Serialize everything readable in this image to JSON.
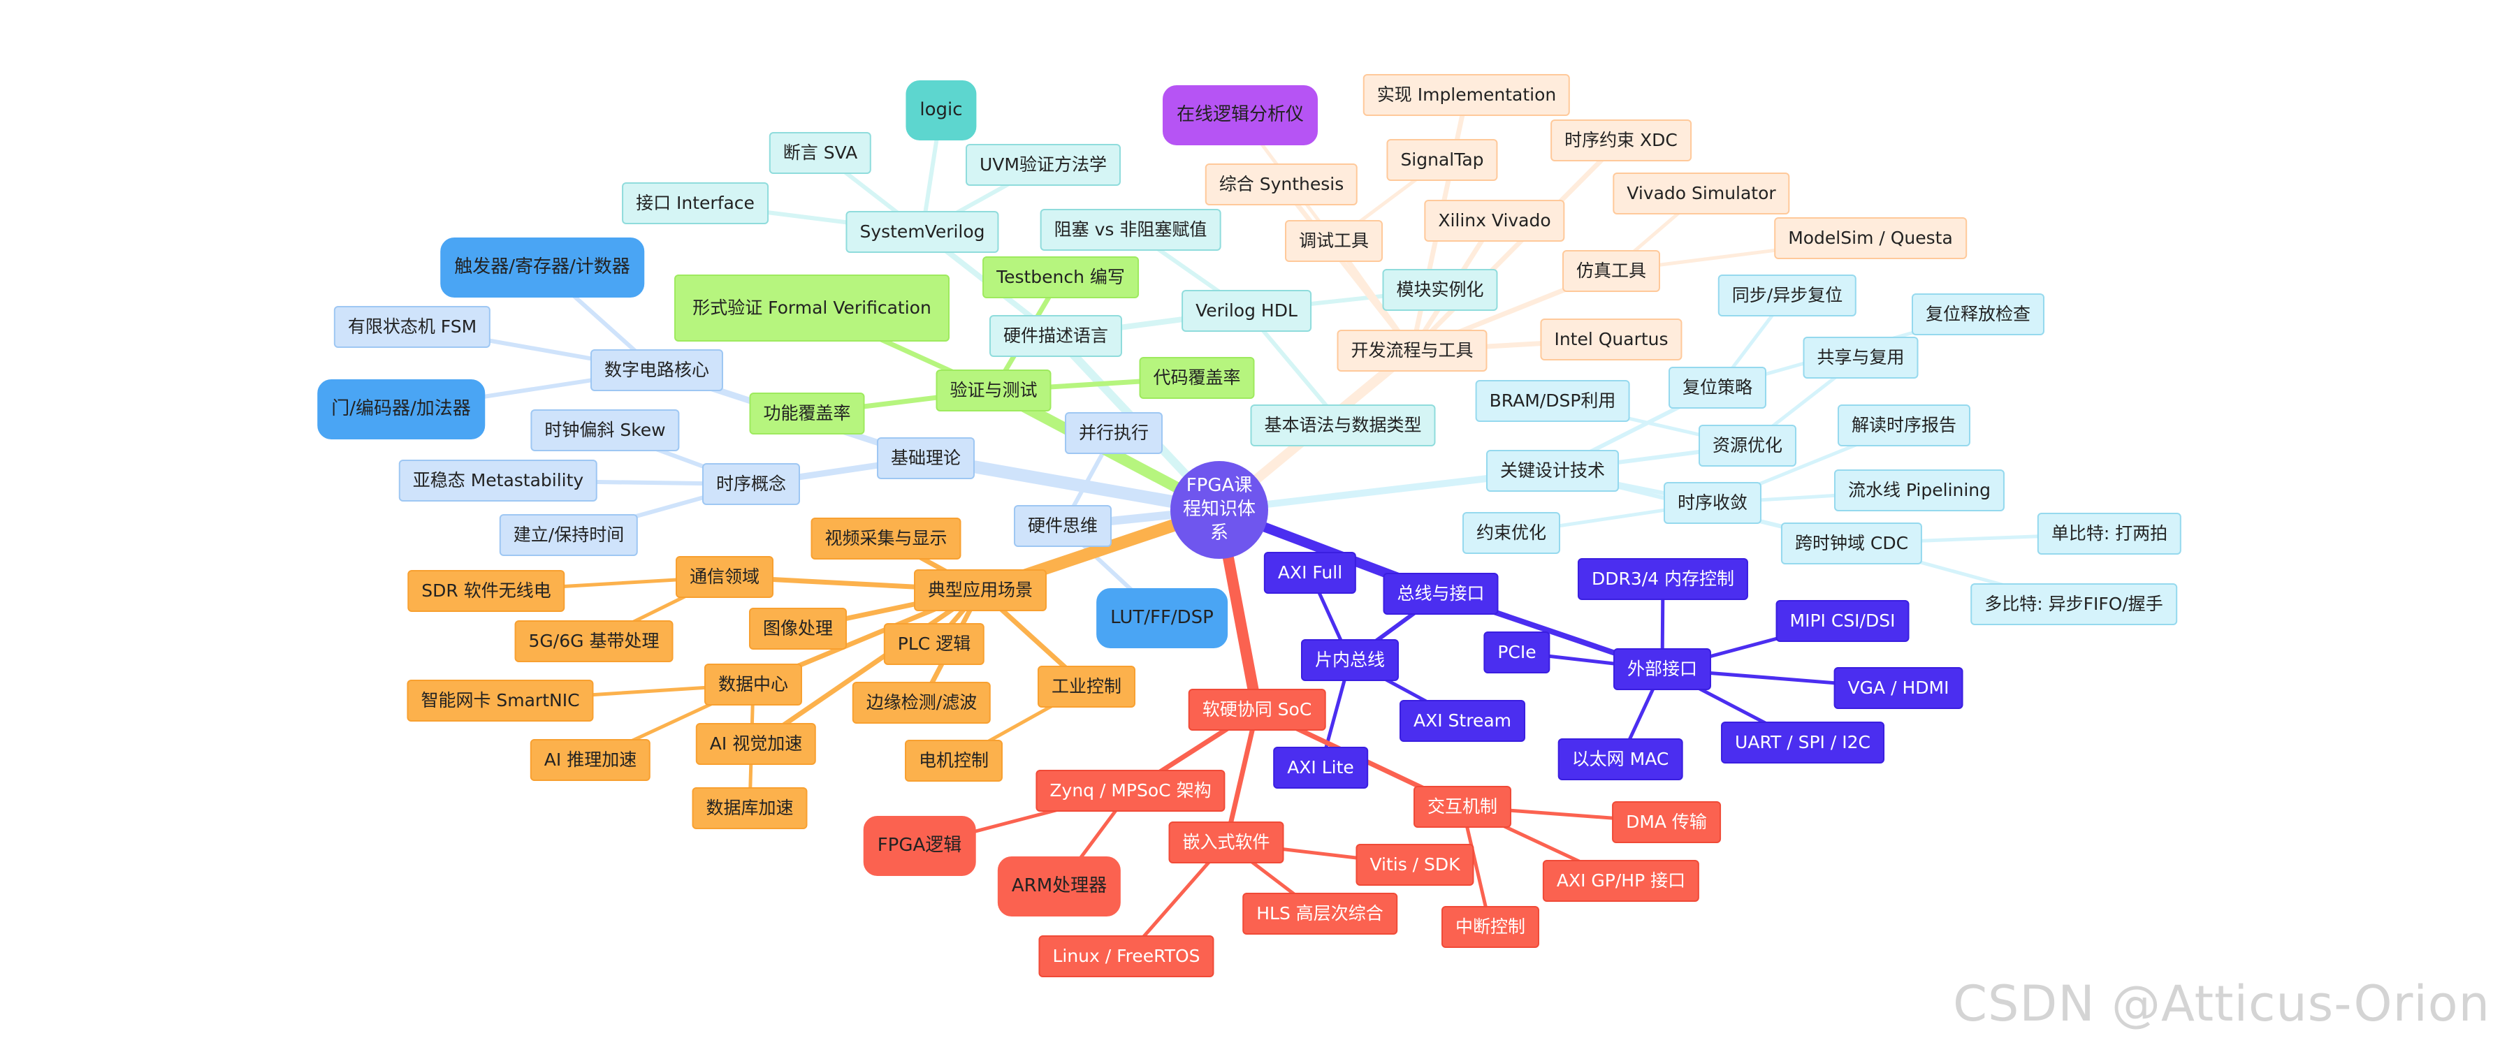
{
  "diagram": {
    "center": "FPGA课程知识体系",
    "branches": [
      {
        "label": "基础理论",
        "color": "#cfe3fb",
        "border": "#9ec7f3",
        "children": [
          {
            "label": "数字电路核心",
            "children": [
              "触发器/寄存器/计数器",
              "有限状态机 FSM",
              "门/编码器/加法器"
            ]
          },
          {
            "label": "时序概念",
            "children": [
              "时钟偏斜 Skew",
              "亚稳态 Metastability",
              "建立/保持时间"
            ]
          }
        ]
      },
      {
        "label": "硬件思维",
        "color": "#cfe3fb",
        "border": "#9ec7f3",
        "children": [
          "并行执行",
          "LUT/FF/DSP"
        ]
      },
      {
        "label": "硬件描述语言",
        "color": "#d5f5f5",
        "border": "#8fdcdc",
        "children": [
          {
            "label": "SystemVerilog",
            "children": [
              "logic",
              "断言 SVA",
              "UVM验证方法学",
              "接口 Interface"
            ]
          },
          {
            "label": "Verilog HDL",
            "children": [
              "阻塞 vs 非阻塞赋值",
              "模块实例化",
              "基本语法与数据类型"
            ]
          }
        ]
      },
      {
        "label": "验证与测试",
        "color": "#b6f57e",
        "border": "#9eea5e",
        "children": [
          "Testbench 编写",
          "形式验证 Formal Verification",
          "代码覆盖率",
          "功能覆盖率"
        ]
      },
      {
        "label": "开发流程与工具",
        "color": "#ffecdc",
        "border": "#ffc99a",
        "children": [
          {
            "label": "综合 Synthesis"
          },
          {
            "label": "调试工具",
            "children": [
              "在线逻辑分析仪",
              "SignalTap"
            ]
          },
          {
            "label": "实现 Implementation"
          },
          {
            "label": "时序约束 XDC"
          },
          {
            "label": "Xilinx Vivado"
          },
          {
            "label": "仿真工具",
            "children": [
              "Vivado Simulator",
              "ModelSim / Questa"
            ]
          },
          {
            "label": "Intel Quartus"
          }
        ]
      },
      {
        "label": "关键设计技术",
        "color": "#d5f3fb",
        "border": "#95d9ee",
        "children": [
          {
            "label": "复位策略",
            "children": [
              "同步/异步复位",
              "复位释放检查"
            ]
          },
          {
            "label": "资源优化",
            "children": [
              "BRAM/DSP利用",
              "共享与复用"
            ]
          },
          {
            "label": "时序收敛",
            "children": [
              "解读时序报告",
              "流水线 Pipelining",
              "约束优化"
            ]
          },
          {
            "label": "跨时钟域 CDC",
            "children": [
              "单比特: 打两拍",
              "多比特: 异步FIFO/握手"
            ]
          }
        ]
      },
      {
        "label": "总线与接口",
        "color": "#4b2ef0",
        "border": "#3a1ee0",
        "children": [
          {
            "label": "片内总线",
            "children": [
              "AXI Full",
              "AXI Stream",
              "AXI Lite"
            ]
          },
          {
            "label": "外部接口",
            "children": [
              "DDR3/4 内存控制",
              "PCIe",
              "MIPI CSI/DSI",
              "VGA / HDMI",
              "UART / SPI / I2C",
              "以太网 MAC"
            ]
          }
        ]
      },
      {
        "label": "软硬协同 SoC",
        "color": "#fb6250",
        "border": "#f04a37",
        "children": [
          {
            "label": "Zynq / MPSoC 架构",
            "children": [
              "FPGA逻辑",
              "ARM处理器"
            ]
          },
          {
            "label": "嵌入式软件",
            "children": [
              "Vitis / SDK",
              "HLS 高层次综合",
              "Linux / FreeRTOS"
            ]
          },
          {
            "label": "交互机制",
            "children": [
              "DMA 传输",
              "AXI GP/HP 接口",
              "中断控制"
            ]
          }
        ]
      },
      {
        "label": "典型应用场景",
        "color": "#fcb14c",
        "border": "#f8a030",
        "children": [
          {
            "label": "视频采集与显示"
          },
          {
            "label": "通信领域",
            "children": [
              "SDR 软件无线电",
              "5G/6G 基带处理"
            ]
          },
          {
            "label": "图像处理"
          },
          {
            "label": "PLC 逻辑"
          },
          {
            "label": "数据中心",
            "children": [
              "智能网卡 SmartNIC",
              "AI 推理加速",
              "数据库加速"
            ]
          },
          {
            "label": "AI 视觉加速"
          },
          {
            "label": "边缘检测/滤波"
          },
          {
            "label": "工业控制",
            "children": [
              "电机控制"
            ]
          }
        ]
      }
    ]
  },
  "watermark": "CSDN @Atticus-Orion"
}
